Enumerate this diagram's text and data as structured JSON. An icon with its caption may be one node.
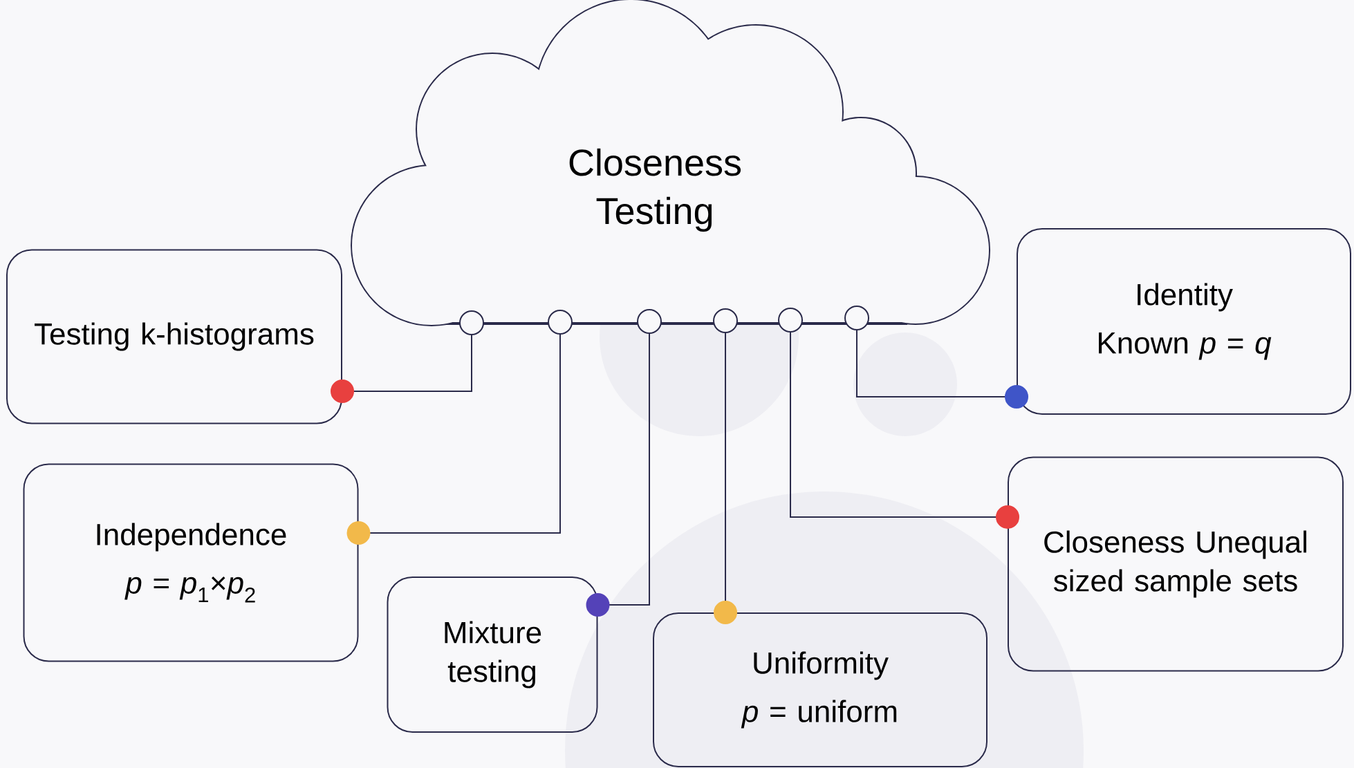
{
  "diagram": {
    "nodes": [
      {
        "text": [
          "Closeness Testing"
        ]
      },
      {
        "text": [
          "Testing k-histograms"
        ]
      },
      {
        "text": [
          "Independence",
          "*p* = *p*$_{1}$×*p*$_{2}$"
        ]
      },
      {
        "text": [
          "Mixture testing"
        ]
      },
      {
        "text": [
          "Uniformity",
          "*p* = uniform"
        ]
      },
      {
        "text": [
          "Identity",
          "Known *p* = *q*"
        ]
      },
      {
        "text": [
          "Closeness Unequal sized sample sets"
        ]
      },
      {
        "text": [],
        "shape": "circle"
      },
      {
        "text": [],
        "shape": "circle"
      },
      {
        "text": [],
        "shape": "circle"
      },
      {
        "text": [],
        "shape": "circle"
      },
      {
        "text": [],
        "shape": "circle"
      },
      {
        "text": [],
        "shape": "circle"
      }
    ],
    "edges": [
      {
        "from": 7,
        "to": 1,
        "arrow": "other"
      },
      {
        "from": 8,
        "to": 2,
        "arrow": "other"
      },
      {
        "from": 9,
        "to": 3,
        "arrow": "other"
      },
      {
        "from": 10,
        "to": 4,
        "arrow": "other"
      },
      {
        "from": 11,
        "to": 6,
        "arrow": "other"
      },
      {
        "from": 12,
        "to": 5,
        "arrow": "other"
      }
    ]
  }
}
